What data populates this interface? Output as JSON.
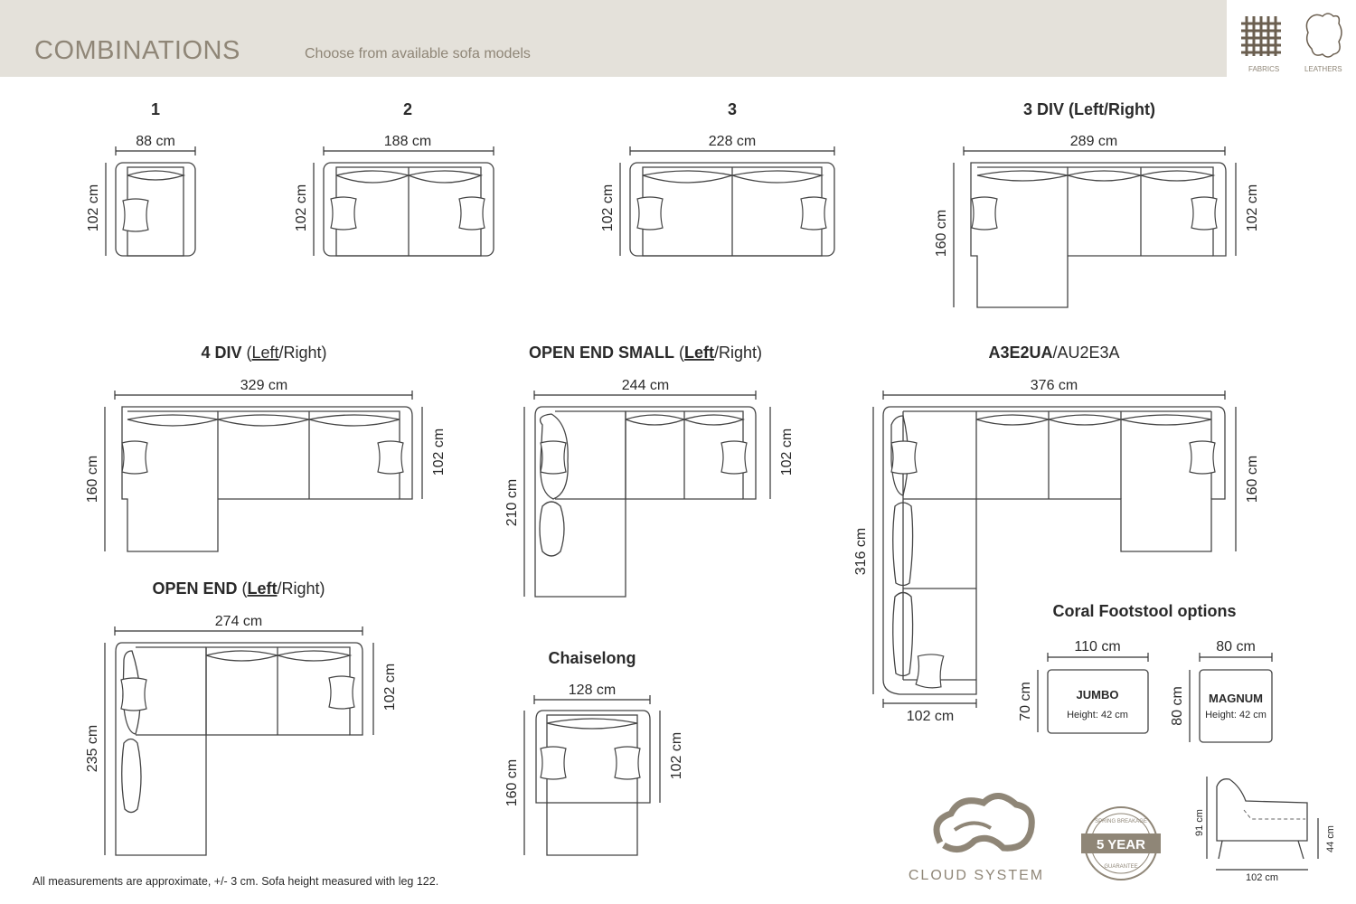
{
  "header": {
    "title": "COMBINATIONS",
    "subtitle": "Choose from available sofa models"
  },
  "materials": {
    "fabrics_label": "FABRICS",
    "leathers_label": "LEATHERS"
  },
  "models": {
    "m1": {
      "title": "1",
      "width": "88 cm",
      "depth": "102 cm"
    },
    "m2": {
      "title": "2",
      "width": "188 cm",
      "depth": "102 cm"
    },
    "m3": {
      "title": "3",
      "width": "228 cm",
      "depth": "102 cm"
    },
    "m3div": {
      "title": "3 DIV (Left/Right)",
      "width": "289 cm",
      "depth_left": "160 cm",
      "depth_right": "102 cm"
    },
    "m4div": {
      "title_bold": "4 DIV",
      "title_open": " (",
      "title_left": "Left",
      "title_rest": "/Right)",
      "width": "329 cm",
      "depth_left": "160 cm",
      "depth_right": "102 cm"
    },
    "openend_small": {
      "title_bold": "OPEN END SMALL",
      "title_open": " (",
      "title_left": "Left",
      "title_rest": "/Right)",
      "width": "244 cm",
      "depth_left": "210 cm",
      "depth_right": "102 cm"
    },
    "a3e2ua": {
      "title_bold": "A3E2UA",
      "title_rest": "/AU2E3A",
      "width": "376 cm",
      "depth_left": "316 cm",
      "depth_right": "160 cm",
      "bottom": "102 cm"
    },
    "openend": {
      "title_bold": "OPEN END",
      "title_open": " (",
      "title_left": "Left",
      "title_rest": "/Right)",
      "width": "274 cm",
      "depth_left": "235 cm",
      "depth_right": "102 cm"
    },
    "chaiselong": {
      "title": "Chaiselong",
      "width": "128 cm",
      "depth_left": "160 cm",
      "depth_right": "102 cm"
    }
  },
  "footstool": {
    "title": "Coral Footstool options",
    "jumbo": {
      "name": "JUMBO",
      "height": "Height: 42 cm",
      "width": "110 cm",
      "depth": "70 cm"
    },
    "magnum": {
      "name": "MAGNUM",
      "height": "Height: 42 cm",
      "width": "80 cm",
      "depth": "80 cm"
    }
  },
  "side_view": {
    "height": "91 cm",
    "seat_height": "44 cm",
    "depth": "102 cm"
  },
  "badges": {
    "cloud_system": "CLOUD SYSTEM",
    "warranty_top": "SPRING BREAKAGE",
    "warranty_main": "5 YEAR",
    "warranty_bottom": "GUARANTEE"
  },
  "footnote": "All measurements are approximate, +/- 3 cm. Sofa height measured with leg 122."
}
